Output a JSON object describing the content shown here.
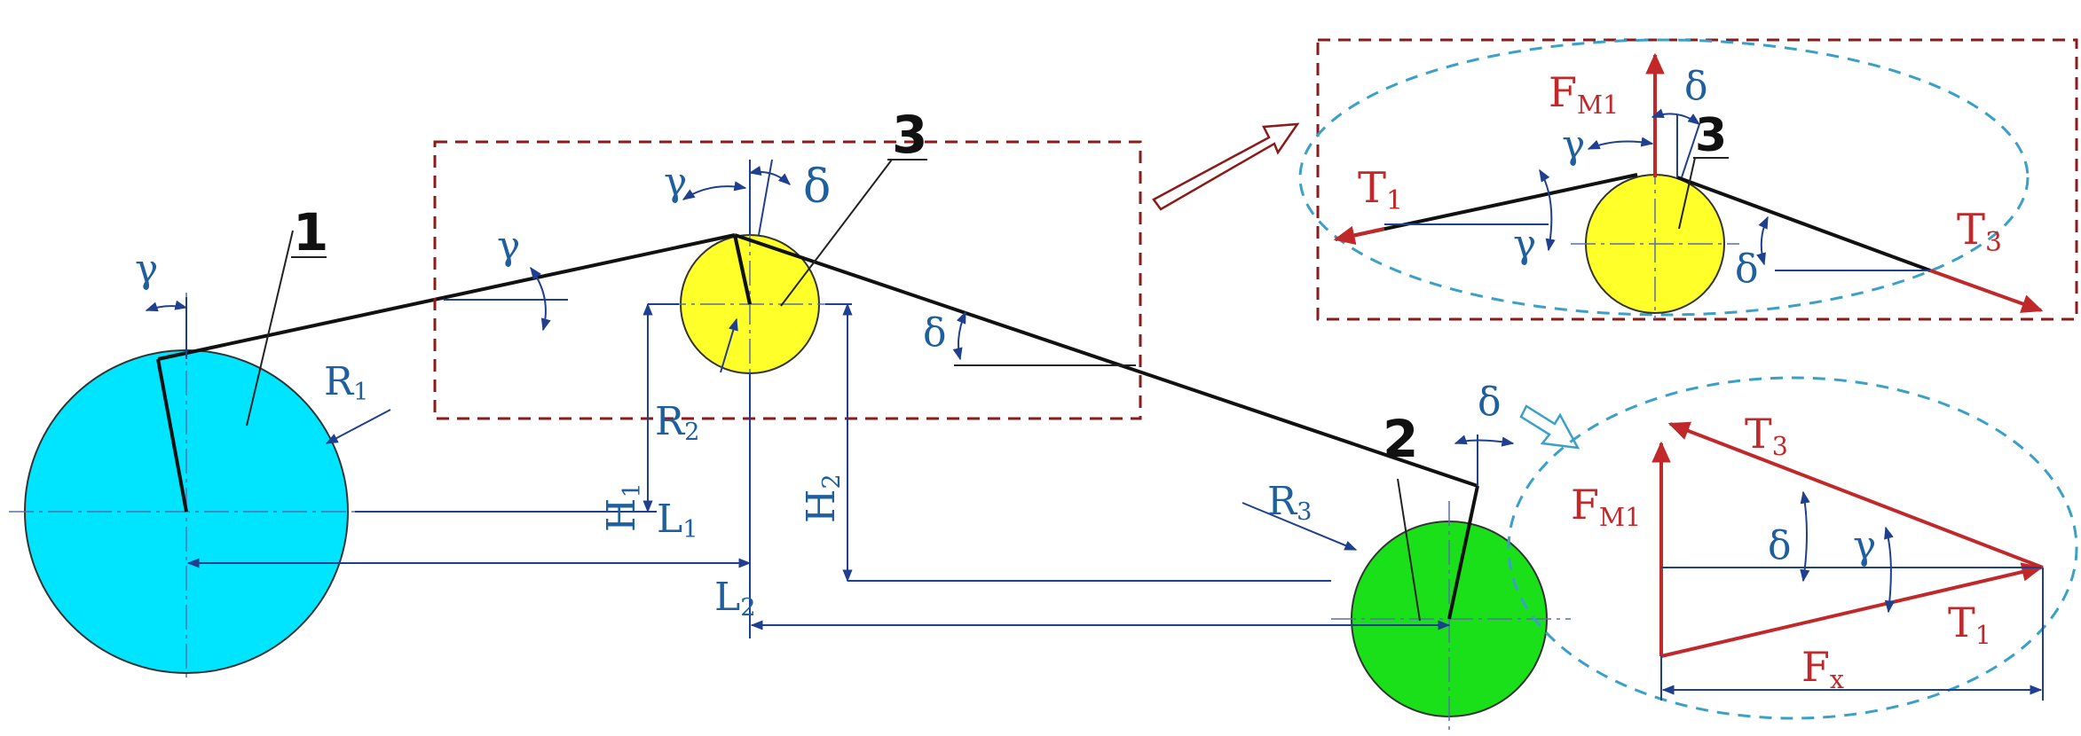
{
  "labels": {
    "pulley1_number": "1",
    "pulley2_number": "2",
    "pulley3_number": "3",
    "inset_top_number": "3",
    "R1": "R",
    "R1_sub": "1",
    "R2": "R",
    "R2_sub": "2",
    "R3": "R",
    "R3_sub": "3",
    "H1": "H",
    "H1_sub": "1",
    "H2": "H",
    "H2_sub": "2",
    "L1": "L",
    "L1_sub": "1",
    "L2": "L",
    "L2_sub": "2",
    "gamma": "γ",
    "delta": "δ",
    "T1": "T",
    "T1_sub": "1",
    "T3": "T",
    "T3_sub": "3",
    "FM1": "F",
    "FM1_sub": "M1",
    "Fx": "F",
    "Fx_sub": "x"
  },
  "colors": {
    "pulley1_fill": "#00e5ff",
    "pulley2_fill": "#1ae01a",
    "pulley3_fill": "#ffff2a",
    "dimension_blue": "#1f5f9e",
    "force_red": "#c0282a",
    "detail_box_red": "#8b1a1a",
    "inset_ellipse_cyan": "#3aa0c8"
  }
}
